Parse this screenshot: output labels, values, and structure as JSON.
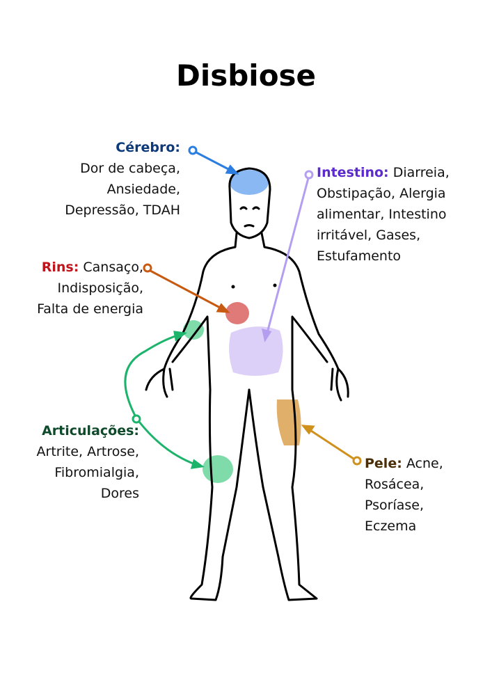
{
  "title": "Disbiose",
  "labels": {
    "cerebro": {
      "name": "Cérebro:",
      "lines": [
        "Dor de cabeça,",
        "Ansiedade,",
        "Depressão, TDAH"
      ],
      "color": "#0d3a7a",
      "marker": "#2b7de0",
      "area": "#8ab8f2"
    },
    "intestino": {
      "name": "Intestino:",
      "lines": [
        " Diarreia,",
        "Obstipação, Alergia",
        "alimentar, Intestino",
        "irritável, Gases,",
        "Estufamento"
      ],
      "color": "#5b2bd0",
      "marker": "#b49ef0",
      "area": "#ddd0f8"
    },
    "rins": {
      "name": "Rins:",
      "lines": [
        " Cansaço,",
        "Indisposição,",
        "Falta de energia"
      ],
      "color": "#c0141c",
      "marker": "#c75a10",
      "area": "#e07a78"
    },
    "articulacoes": {
      "name": "Articulações:",
      "lines": [
        "Artrite, Artrose,",
        "Fibromialgia,",
        "Dores"
      ],
      "color": "#0e4a2a",
      "marker": "#1cb36a",
      "area": "#7fdcaa"
    },
    "pele": {
      "name": "Pele:",
      "lines": [
        " Acne,",
        "Rosácea,",
        "Psoríase,",
        "Eczema"
      ],
      "color": "#4a2e08",
      "marker": "#d0901c",
      "area": "#e0b06a"
    }
  }
}
